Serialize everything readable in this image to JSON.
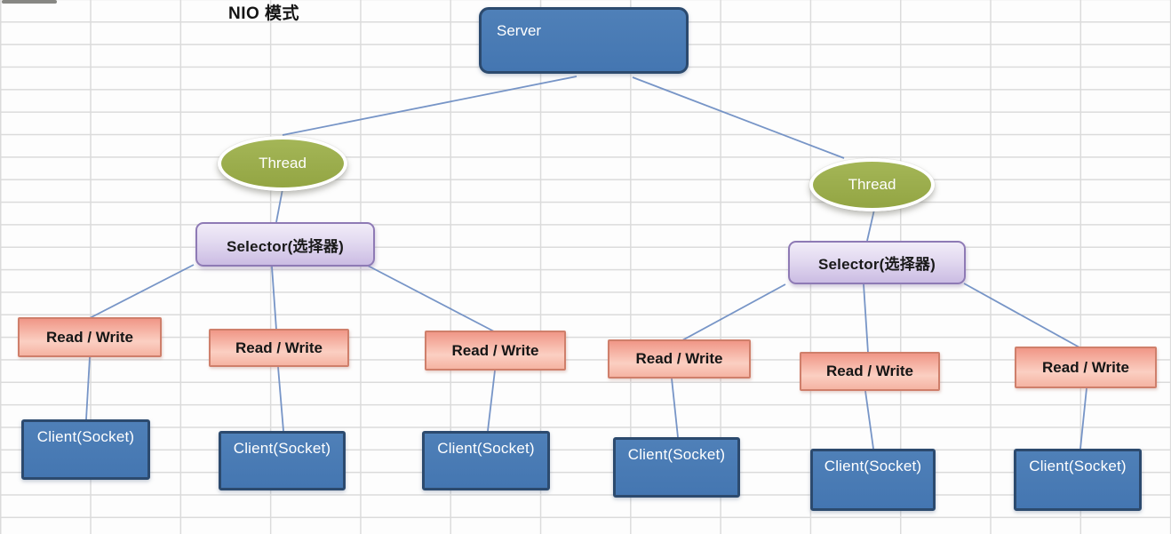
{
  "title": "NIO 模式",
  "diagram": {
    "server": {
      "id": "server",
      "label": "Server"
    },
    "threads": [
      {
        "id": "thread-1",
        "label": "Thread"
      },
      {
        "id": "thread-2",
        "label": "Thread"
      }
    ],
    "selectors": [
      {
        "id": "selector-1",
        "label": "Selector(选择器)"
      },
      {
        "id": "selector-2",
        "label": "Selector(选择器)"
      }
    ],
    "read_writes": [
      {
        "id": "read-write-1",
        "label": "Read / Write"
      },
      {
        "id": "read-write-2",
        "label": "Read / Write"
      },
      {
        "id": "read-write-3",
        "label": "Read / Write"
      },
      {
        "id": "read-write-4",
        "label": "Read / Write"
      },
      {
        "id": "read-write-5",
        "label": "Read / Write"
      },
      {
        "id": "read-write-6",
        "label": "Read / Write"
      }
    ],
    "clients": [
      {
        "id": "client-1",
        "label": "Client(Socket)"
      },
      {
        "id": "client-2",
        "label": "Client(Socket)"
      },
      {
        "id": "client-3",
        "label": "Client(Socket)"
      },
      {
        "id": "client-4",
        "label": "Client(Socket)"
      },
      {
        "id": "client-5",
        "label": "Client(Socket)"
      },
      {
        "id": "client-6",
        "label": "Client(Socket)"
      }
    ],
    "edges": [
      {
        "from": "server",
        "to": "thread-1"
      },
      {
        "from": "server",
        "to": "thread-2"
      },
      {
        "from": "thread-1",
        "to": "selector-1"
      },
      {
        "from": "thread-2",
        "to": "selector-2"
      },
      {
        "from": "selector-1",
        "to": "read-write-1"
      },
      {
        "from": "selector-1",
        "to": "read-write-2"
      },
      {
        "from": "selector-1",
        "to": "read-write-3"
      },
      {
        "from": "selector-2",
        "to": "read-write-4"
      },
      {
        "from": "selector-2",
        "to": "read-write-5"
      },
      {
        "from": "selector-2",
        "to": "read-write-6"
      },
      {
        "from": "read-write-1",
        "to": "client-1"
      },
      {
        "from": "read-write-2",
        "to": "client-2"
      },
      {
        "from": "read-write-3",
        "to": "client-3"
      },
      {
        "from": "read-write-4",
        "to": "client-4"
      },
      {
        "from": "read-write-5",
        "to": "client-5"
      },
      {
        "from": "read-write-6",
        "to": "client-6"
      }
    ]
  },
  "colors": {
    "node_blue": "#4679b4",
    "node_blue_border": "#2c4a6e",
    "thread_green": "#9aad4d",
    "selector_fill": "#d9cdeb",
    "selector_border": "#8e7ab5",
    "read_write_fill": "#f8bcab",
    "read_write_border": "#cf7f6b",
    "connector": "#6b8cc2",
    "grid_line": "#dbdbdb",
    "background": "#fdfdfd"
  }
}
